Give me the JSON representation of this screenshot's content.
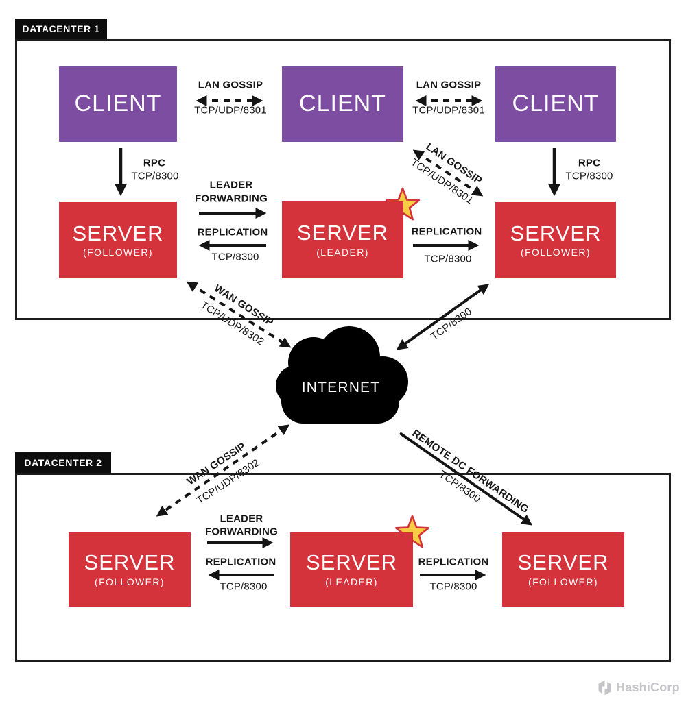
{
  "colors": {
    "client": "#7d4da1",
    "server": "#d4333c",
    "ink": "#151515",
    "cloud": "#000000",
    "star_fill": "#f6cd43",
    "star_stroke": "#d4333c",
    "logo_gray": "#c4c4c9",
    "frame": "#1c1c1c"
  },
  "datacenter1": {
    "label": "DATACENTER 1",
    "clients": [
      {
        "label": "CLIENT"
      },
      {
        "label": "CLIENT"
      },
      {
        "label": "CLIENT"
      }
    ],
    "servers": [
      {
        "label": "SERVER",
        "role": "(FOLLOWER)"
      },
      {
        "label": "SERVER",
        "role": "(LEADER)"
      },
      {
        "label": "SERVER",
        "role": "(FOLLOWER)"
      }
    ],
    "connections": {
      "lan_gossip_left": {
        "title": "LAN GOSSIP",
        "port": "TCP/UDP/8301"
      },
      "lan_gossip_right": {
        "title": "LAN GOSSIP",
        "port": "TCP/UDP/8301"
      },
      "lan_gossip_diag": {
        "title": "LAN GOSSIP",
        "port": "TCP/UDP/8301"
      },
      "rpc_left": {
        "title": "RPC",
        "port": "TCP/8300"
      },
      "rpc_right": {
        "title": "RPC",
        "port": "TCP/8300"
      },
      "leader_forwarding": {
        "line1": "LEADER",
        "line2": "FORWARDING"
      },
      "replication_left": {
        "title": "REPLICATION",
        "port": "TCP/8300"
      },
      "replication_right": {
        "title": "REPLICATION",
        "port": "TCP/8300"
      }
    }
  },
  "datacenter2": {
    "label": "DATACENTER 2",
    "servers": [
      {
        "label": "SERVER",
        "role": "(FOLLOWER)"
      },
      {
        "label": "SERVER",
        "role": "(LEADER)"
      },
      {
        "label": "SERVER",
        "role": "(FOLLOWER)"
      }
    ],
    "connections": {
      "leader_forwarding": {
        "line1": "LEADER",
        "line2": "FORWARDING"
      },
      "replication_left": {
        "title": "REPLICATION",
        "port": "TCP/8300"
      },
      "replication_right": {
        "title": "REPLICATION",
        "port": "TCP/8300"
      }
    }
  },
  "wan": {
    "wan_gossip_dc1": {
      "title": "WAN GOSSIP",
      "port": "TCP/UDP/8302"
    },
    "tcp_internet": {
      "port": "TCP/8300"
    },
    "wan_gossip_dc2": {
      "title": "WAN GOSSIP",
      "port": "TCP/UDP/8302"
    },
    "remote_dc_forwarding": {
      "title": "REMOTE DC FORWARDING",
      "port": "TCP/8300"
    }
  },
  "internet": {
    "label": "INTERNET"
  },
  "footer": {
    "brand": "HashiCorp"
  }
}
